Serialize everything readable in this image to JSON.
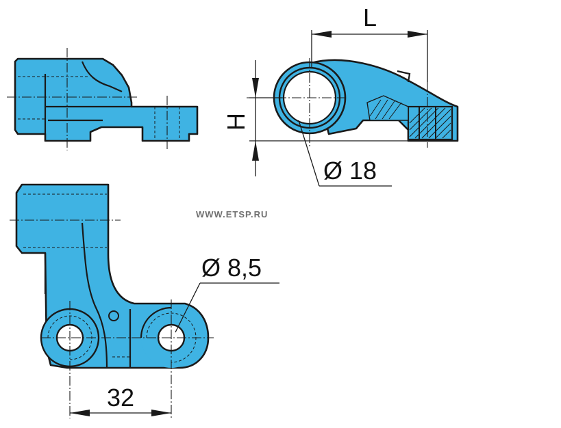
{
  "labels": {
    "length": "L",
    "height": "H",
    "bore_diameter": "Ø 18",
    "hole_diameter": "Ø 8,5",
    "hole_spacing": "32"
  },
  "watermark": "WWW.ETSP.RU",
  "colors": {
    "part_fill": "#3fb3e3",
    "line": "#1a1a1a",
    "background": "#ffffff"
  }
}
